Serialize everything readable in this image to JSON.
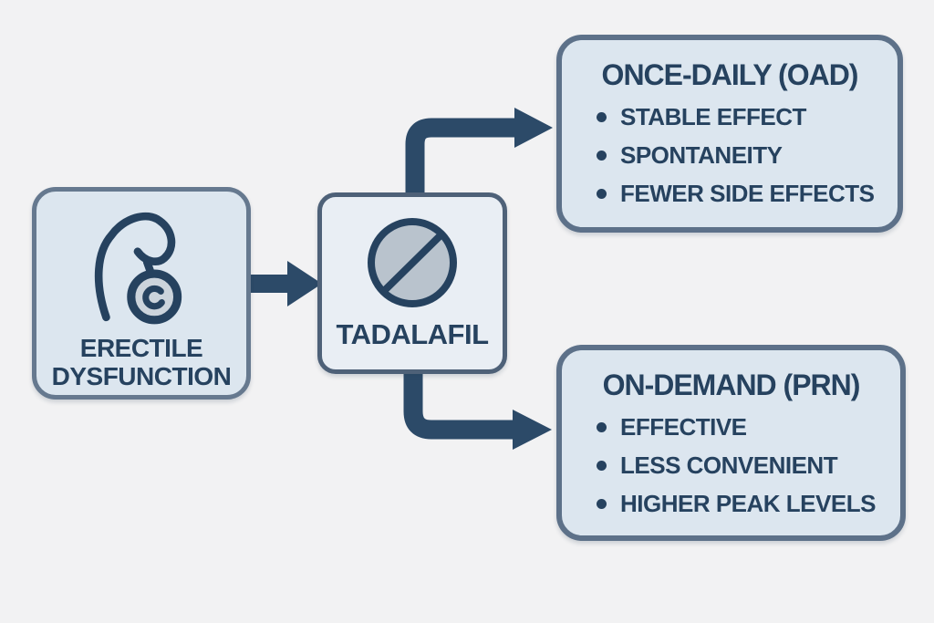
{
  "palette": {
    "background": "#f2f2f3",
    "box_fill": "#dce6ef",
    "box_fill_mid": "#e9eef4",
    "border_slate": "#66798f",
    "border_dark": "#4e6178",
    "border_right": "#5d7189",
    "navy": "#26425f",
    "arrow": "#2c4a68",
    "pill_fill": "#b9c3cd",
    "icon_circle_fill": "#ccd4dc"
  },
  "nodes": {
    "condition": {
      "label": "ERECTILE DYSFUNCTION",
      "icon": "ed-anatomy-icon"
    },
    "drug": {
      "label": "TADALAFIL",
      "icon": "tablet-icon"
    },
    "once_daily": {
      "title": "ONCE-DAILY (OAD)",
      "bullets": [
        "STABLE EFFECT",
        "SPONTANEITY",
        "FEWER SIDE EFFECTS"
      ]
    },
    "on_demand": {
      "title": "ON-DEMAND (PRN)",
      "bullets": [
        "EFFECTIVE",
        "LESS CONVENIENT",
        "HIGHER PEAK LEVELS"
      ]
    }
  }
}
